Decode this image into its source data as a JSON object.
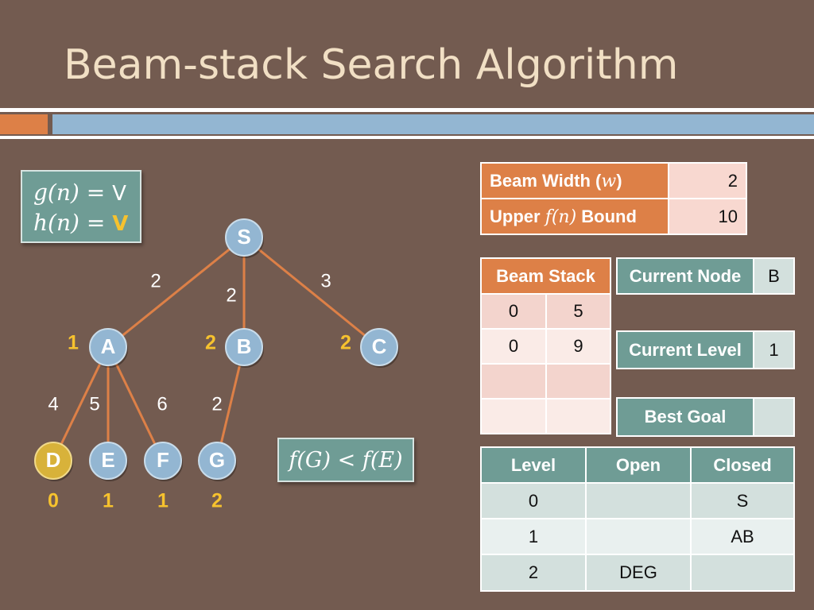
{
  "title": "Beam-stack Search Algorithm",
  "formula": {
    "g_label": "g(n) = ",
    "g_symbol": "V",
    "h_label": "h(n) = ",
    "h_symbol": "V"
  },
  "comparison": "f(G) < f(E)",
  "tree": {
    "nodes": [
      {
        "id": "S",
        "label": "S",
        "h": "",
        "highlight": false
      },
      {
        "id": "A",
        "label": "A",
        "h": "1",
        "highlight": false
      },
      {
        "id": "B",
        "label": "B",
        "h": "2",
        "highlight": false
      },
      {
        "id": "C",
        "label": "C",
        "h": "2",
        "highlight": false
      },
      {
        "id": "D",
        "label": "D",
        "h": "0",
        "highlight": true
      },
      {
        "id": "E",
        "label": "E",
        "h": "1",
        "highlight": false
      },
      {
        "id": "F",
        "label": "F",
        "h": "1",
        "highlight": false
      },
      {
        "id": "G",
        "label": "G",
        "h": "2",
        "highlight": false
      }
    ],
    "edges": [
      {
        "from": "S",
        "to": "A",
        "cost": "2"
      },
      {
        "from": "S",
        "to": "B",
        "cost": "2"
      },
      {
        "from": "S",
        "to": "C",
        "cost": "3"
      },
      {
        "from": "A",
        "to": "D",
        "cost": "4"
      },
      {
        "from": "A",
        "to": "E",
        "cost": "5"
      },
      {
        "from": "A",
        "to": "F",
        "cost": "6"
      },
      {
        "from": "B",
        "to": "G",
        "cost": "2"
      }
    ],
    "colors": {
      "node_fill": "#93b6d2",
      "node_stroke": "#c9dcea",
      "highlight_fill": "#d8b23a",
      "edge": "#dd8047",
      "h_label": "#f6c22e",
      "cost_label": "#ffffff"
    }
  },
  "params": {
    "beam_width_label": "Beam Width (",
    "beam_width_var": "w",
    "beam_width_close": ")",
    "beam_width_value": "2",
    "upper_label_pre": "Upper ",
    "upper_label_math": "f(n)",
    "upper_label_post": " Bound",
    "upper_value": "10"
  },
  "beam_stack": {
    "header": "Beam Stack",
    "rows": [
      [
        "0",
        "5"
      ],
      [
        "0",
        "9"
      ],
      [
        "",
        ""
      ],
      [
        "",
        ""
      ]
    ]
  },
  "current_node": {
    "label": "Current Node",
    "value": "B"
  },
  "current_level": {
    "label": "Current Level",
    "value": "1"
  },
  "best_goal": {
    "label": "Best Goal",
    "value": ""
  },
  "levels": {
    "headers": [
      "Level",
      "Open",
      "Closed"
    ],
    "rows": [
      [
        "0",
        "",
        "S"
      ],
      [
        "1",
        "",
        "AB"
      ],
      [
        "2",
        "DEG",
        ""
      ]
    ]
  }
}
